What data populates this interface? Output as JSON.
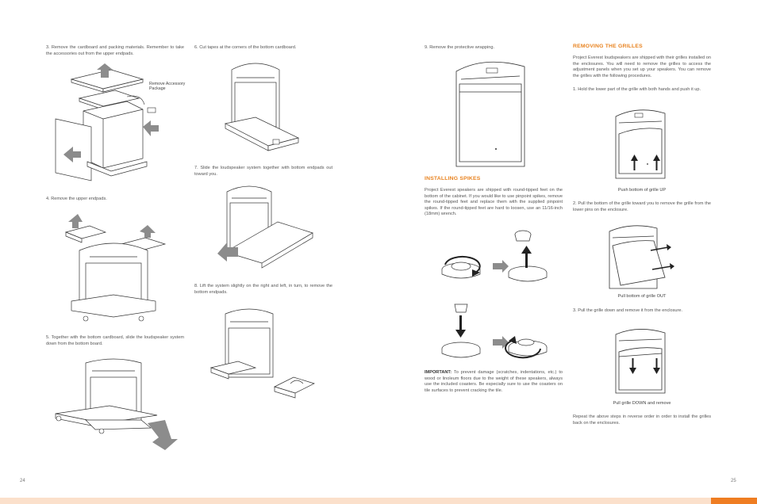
{
  "left_page": {
    "step3": "3. Remove the cardboard and packing materials. Remember to take the accessories out from the upper endpads.",
    "accessory_label": "Remove Accessory Package",
    "step4": "4. Remove the upper endpads.",
    "step5": "5. Together with the bottom cardboard, slide the loudspeaker system down from the bottom board.",
    "step6": "6. Cut tapes at the corners of the bottom cardboard.",
    "step7": "7. Slide the loudspeaker system together with bottom endpads out toward you.",
    "step8": "8. Lift the system slightly on the right and left, in turn, to remove the bottom endpads.",
    "page_number": "24"
  },
  "right_page": {
    "step9": "9. Remove the protective wrapping.",
    "spikes_heading": "INSTALLING SPIKES",
    "spikes_body": "Project Everest speakers are shipped with round-tipped feet on the bottom of the cabinet. If you would like to use pinpoint spikes, remove the round-tipped feet and replace them with the supplied pinpoint spikes. If the round-tipped feet are hard to loosen, use an 11/16-inch (18mm) wrench.",
    "important_label": "IMPORTANT:",
    "important_body": " To prevent damage (scratches, indentations, etc.) to wood or linoleum floors due to the weight of these speakers, always use the included coasters. Be especially sure to use the coasters on tile surfaces to prevent cracking the tile.",
    "grilles_heading": "REMOVING THE GRILLES",
    "grilles_intro": "Project Everest loudspeakers are shipped with their grilles installed on the enclosures. You will need to remove the grilles to access the adjustment panels when you set up your speakers. You can remove the grilles with the following procedures.",
    "grille_step1": "1. Hold the lower part of the grille with both hands and push it up.",
    "caption1": "Push bottom of grille UP",
    "grille_step2": "2. Pull the bottom of the grille toward you to remove the grille from the lower pins on the enclosure.",
    "caption2": "Pull bottom of grille OUT",
    "grille_step3": "3. Pull the grille down and remove it from the enclosure.",
    "caption3": "Pull grille DOWN and remove",
    "repeat_text": "Repeat the above steps in reverse order in order to install the grilles back on the enclosures.",
    "page_number": "25"
  },
  "colors": {
    "accent": "#ef7d22",
    "footer_band": "#fbe0cb",
    "arrow_gray": "#8c8c8c"
  }
}
